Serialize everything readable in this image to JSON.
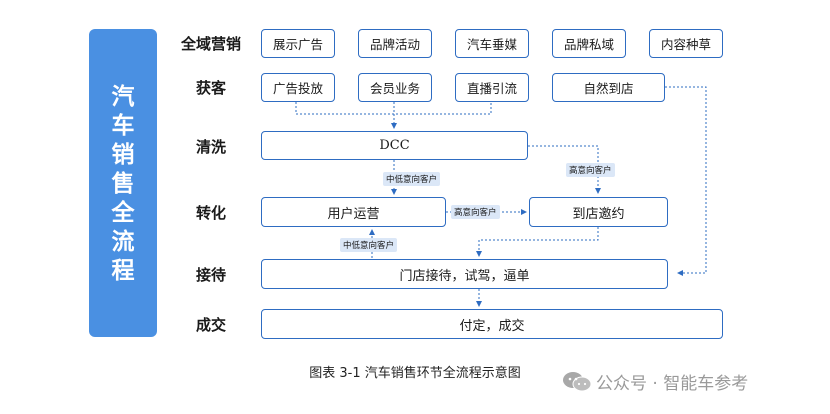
{
  "side_title": [
    "汽",
    "车",
    "销",
    "售",
    "全",
    "流",
    "程"
  ],
  "stages": {
    "marketing": "全域营销",
    "acquire": "获客",
    "clean": "清洗",
    "convert": "转化",
    "receive": "接待",
    "deal": "成交"
  },
  "marketing_items": [
    "展示广告",
    "品牌活动",
    "汽车垂媒",
    "品牌私域",
    "内容种草"
  ],
  "acquire_items": [
    "广告投放",
    "会员业务",
    "直播引流",
    "自然到店"
  ],
  "dcc": "DCC",
  "user_ops": "用户运营",
  "store_invite": "到店邀约",
  "store_reception": "门店接待，试驾，逼单",
  "payment": "付定，成交",
  "tags": {
    "mid_low_1": "中低意向客户",
    "high_1": "高意向客户",
    "high_2": "高意向客户",
    "mid_low_2": "中低意向客户"
  },
  "caption": "图表 3-1 汽车销售环节全流程示意图",
  "watermark": "公众号 · 智能车参考",
  "colors": {
    "accent": "#4a90e2",
    "border": "#2e6cc2",
    "tag_bg": "#dbe7f7"
  }
}
